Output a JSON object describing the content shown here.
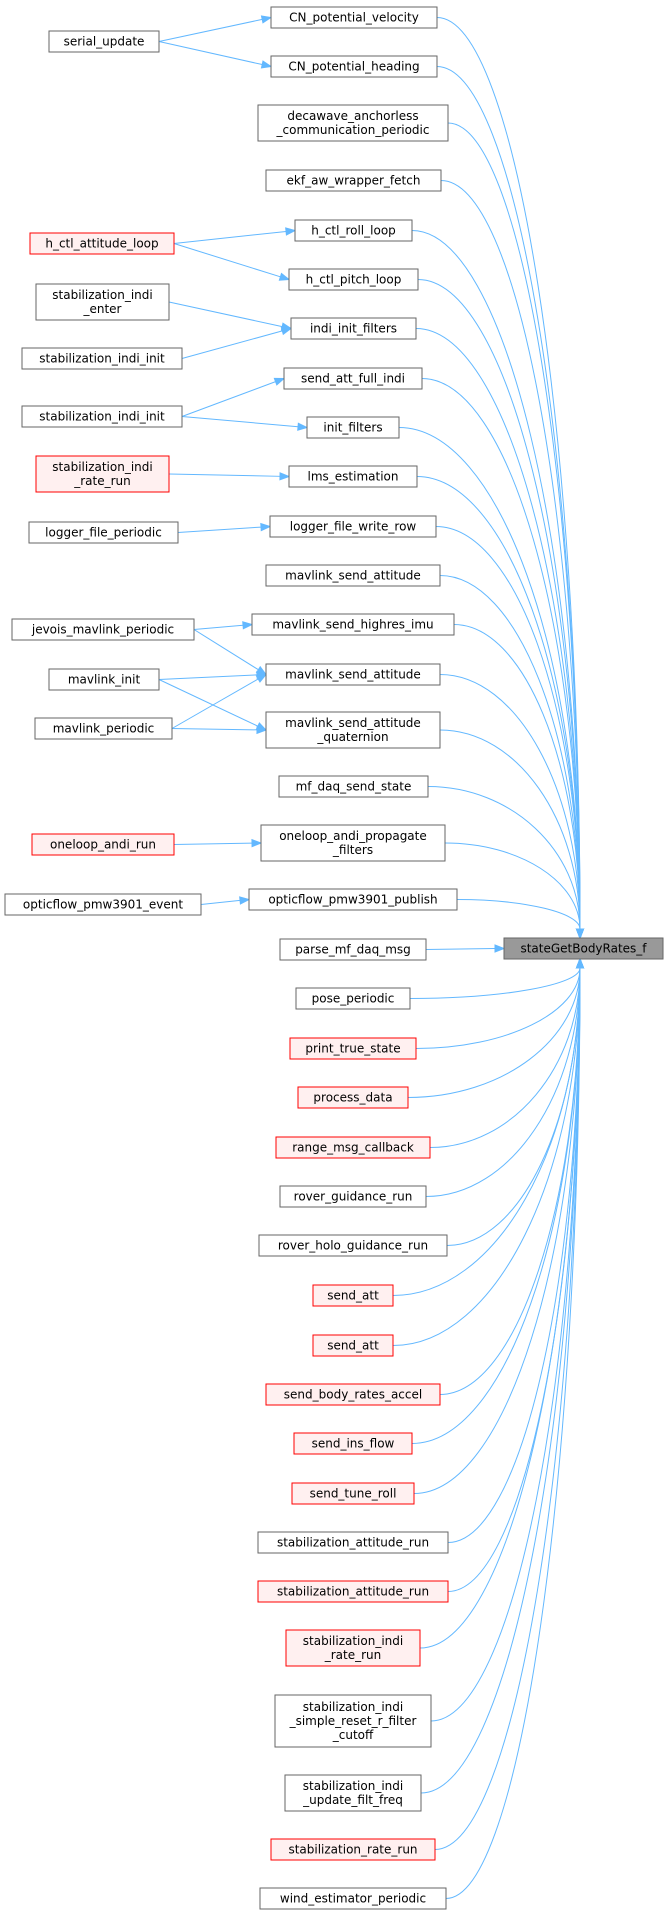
{
  "colors": {
    "edge": "#63b8ff",
    "normal_border": "#666666",
    "normal_fill": "#ffffff",
    "red_border": "#ff0000",
    "red_fill": "#fff0f0",
    "target_border": "#666666",
    "target_fill": "#999999"
  },
  "target": {
    "label": "stateGetBodyRates_f",
    "style": "target"
  },
  "callers": [
    {
      "id": "cn_vel",
      "lines": [
        "CN_potential_velocity"
      ],
      "style": "normal"
    },
    {
      "id": "cn_head",
      "lines": [
        "CN_potential_heading"
      ],
      "style": "normal"
    },
    {
      "id": "decawave",
      "lines": [
        "decawave_anchorless",
        "_communication_periodic"
      ],
      "style": "normal"
    },
    {
      "id": "ekf_aw",
      "lines": [
        "ekf_aw_wrapper_fetch"
      ],
      "style": "normal"
    },
    {
      "id": "hctl_roll",
      "lines": [
        "h_ctl_roll_loop"
      ],
      "style": "normal"
    },
    {
      "id": "hctl_pitch",
      "lines": [
        "h_ctl_pitch_loop"
      ],
      "style": "normal"
    },
    {
      "id": "indi_init_filters",
      "lines": [
        "indi_init_filters"
      ],
      "style": "normal"
    },
    {
      "id": "send_att_full_indi",
      "lines": [
        "send_att_full_indi"
      ],
      "style": "normal"
    },
    {
      "id": "init_filters",
      "lines": [
        "init_filters"
      ],
      "style": "normal"
    },
    {
      "id": "lms_estimation",
      "lines": [
        "lms_estimation"
      ],
      "style": "normal"
    },
    {
      "id": "logger_row",
      "lines": [
        "logger_file_write_row"
      ],
      "style": "normal"
    },
    {
      "id": "mav_att_1",
      "lines": [
        "mavlink_send_attitude"
      ],
      "style": "normal"
    },
    {
      "id": "mav_highres",
      "lines": [
        "mavlink_send_highres_imu"
      ],
      "style": "normal"
    },
    {
      "id": "mav_att_2",
      "lines": [
        "mavlink_send_attitude"
      ],
      "style": "normal"
    },
    {
      "id": "mav_att_quat",
      "lines": [
        "mavlink_send_attitude",
        "_quaternion"
      ],
      "style": "normal"
    },
    {
      "id": "mf_daq_send",
      "lines": [
        "mf_daq_send_state"
      ],
      "style": "normal"
    },
    {
      "id": "oneloop_prop",
      "lines": [
        "oneloop_andi_propagate",
        "_filters"
      ],
      "style": "normal"
    },
    {
      "id": "optic_publish",
      "lines": [
        "opticflow_pmw3901_publish"
      ],
      "style": "normal"
    },
    {
      "id": "parse_mf",
      "lines": [
        "parse_mf_daq_msg"
      ],
      "style": "normal"
    },
    {
      "id": "pose_periodic",
      "lines": [
        "pose_periodic"
      ],
      "style": "normal"
    },
    {
      "id": "print_true",
      "lines": [
        "print_true_state"
      ],
      "style": "red"
    },
    {
      "id": "process_data",
      "lines": [
        "process_data"
      ],
      "style": "red"
    },
    {
      "id": "range_msg",
      "lines": [
        "range_msg_callback"
      ],
      "style": "red"
    },
    {
      "id": "rover_guid",
      "lines": [
        "rover_guidance_run"
      ],
      "style": "normal"
    },
    {
      "id": "rover_holo",
      "lines": [
        "rover_holo_guidance_run"
      ],
      "style": "normal"
    },
    {
      "id": "send_att_1",
      "lines": [
        "send_att"
      ],
      "style": "red"
    },
    {
      "id": "send_att_2",
      "lines": [
        "send_att"
      ],
      "style": "red"
    },
    {
      "id": "send_body_rates",
      "lines": [
        "send_body_rates_accel"
      ],
      "style": "red"
    },
    {
      "id": "send_ins_flow",
      "lines": [
        "send_ins_flow"
      ],
      "style": "red"
    },
    {
      "id": "send_tune_roll",
      "lines": [
        "send_tune_roll"
      ],
      "style": "red"
    },
    {
      "id": "stab_att_run_1",
      "lines": [
        "stabilization_attitude_run"
      ],
      "style": "normal"
    },
    {
      "id": "stab_att_run_2",
      "lines": [
        "stabilization_attitude_run"
      ],
      "style": "red"
    },
    {
      "id": "stab_indi_rate_run_b",
      "lines": [
        "stabilization_indi",
        "_rate_run"
      ],
      "style": "red"
    },
    {
      "id": "stab_indi_simple",
      "lines": [
        "stabilization_indi",
        "_simple_reset_r_filter",
        "_cutoff"
      ],
      "style": "normal"
    },
    {
      "id": "stab_indi_update",
      "lines": [
        "stabilization_indi",
        "_update_filt_freq"
      ],
      "style": "normal"
    },
    {
      "id": "stab_rate_run",
      "lines": [
        "stabilization_rate_run"
      ],
      "style": "red"
    },
    {
      "id": "wind_est",
      "lines": [
        "wind_estimator_periodic"
      ],
      "style": "normal"
    }
  ],
  "sources": [
    {
      "id": "serial_update",
      "lines": [
        "serial_update"
      ],
      "style": "normal"
    },
    {
      "id": "hctl_att_loop",
      "lines": [
        "h_ctl_attitude_loop"
      ],
      "style": "red"
    },
    {
      "id": "stab_indi_enter",
      "lines": [
        "stabilization_indi",
        "_enter"
      ],
      "style": "normal"
    },
    {
      "id": "stab_indi_init_1",
      "lines": [
        "stabilization_indi_init"
      ],
      "style": "normal"
    },
    {
      "id": "stab_indi_init_2",
      "lines": [
        "stabilization_indi_init"
      ],
      "style": "normal"
    },
    {
      "id": "stab_indi_rate_run_a",
      "lines": [
        "stabilization_indi",
        "_rate_run"
      ],
      "style": "red"
    },
    {
      "id": "logger_periodic",
      "lines": [
        "logger_file_periodic"
      ],
      "style": "normal"
    },
    {
      "id": "jevois_periodic",
      "lines": [
        "jevois_mavlink_periodic"
      ],
      "style": "normal"
    },
    {
      "id": "mavlink_init",
      "lines": [
        "mavlink_init"
      ],
      "style": "normal"
    },
    {
      "id": "mavlink_periodic",
      "lines": [
        "mavlink_periodic"
      ],
      "style": "normal"
    },
    {
      "id": "oneloop_run",
      "lines": [
        "oneloop_andi_run"
      ],
      "style": "red"
    },
    {
      "id": "optic_event",
      "lines": [
        "opticflow_pmw3901_event"
      ],
      "style": "normal"
    }
  ],
  "edges": [
    {
      "from": "serial_update",
      "to": "cn_vel"
    },
    {
      "from": "serial_update",
      "to": "cn_head"
    },
    {
      "from": "hctl_att_loop",
      "to": "hctl_roll"
    },
    {
      "from": "hctl_att_loop",
      "to": "hctl_pitch"
    },
    {
      "from": "stab_indi_enter",
      "to": "indi_init_filters"
    },
    {
      "from": "stab_indi_init_1",
      "to": "indi_init_filters"
    },
    {
      "from": "stab_indi_init_2",
      "to": "send_att_full_indi"
    },
    {
      "from": "stab_indi_init_2",
      "to": "init_filters"
    },
    {
      "from": "stab_indi_rate_run_a",
      "to": "lms_estimation"
    },
    {
      "from": "logger_periodic",
      "to": "logger_row"
    },
    {
      "from": "jevois_periodic",
      "to": "mav_highres"
    },
    {
      "from": "jevois_periodic",
      "to": "mav_att_2"
    },
    {
      "from": "mavlink_init",
      "to": "mav_att_2"
    },
    {
      "from": "mavlink_init",
      "to": "mav_att_quat"
    },
    {
      "from": "mavlink_periodic",
      "to": "mav_att_2"
    },
    {
      "from": "mavlink_periodic",
      "to": "mav_att_quat"
    },
    {
      "from": "oneloop_run",
      "to": "oneloop_prop"
    },
    {
      "from": "optic_event",
      "to": "optic_publish"
    }
  ]
}
